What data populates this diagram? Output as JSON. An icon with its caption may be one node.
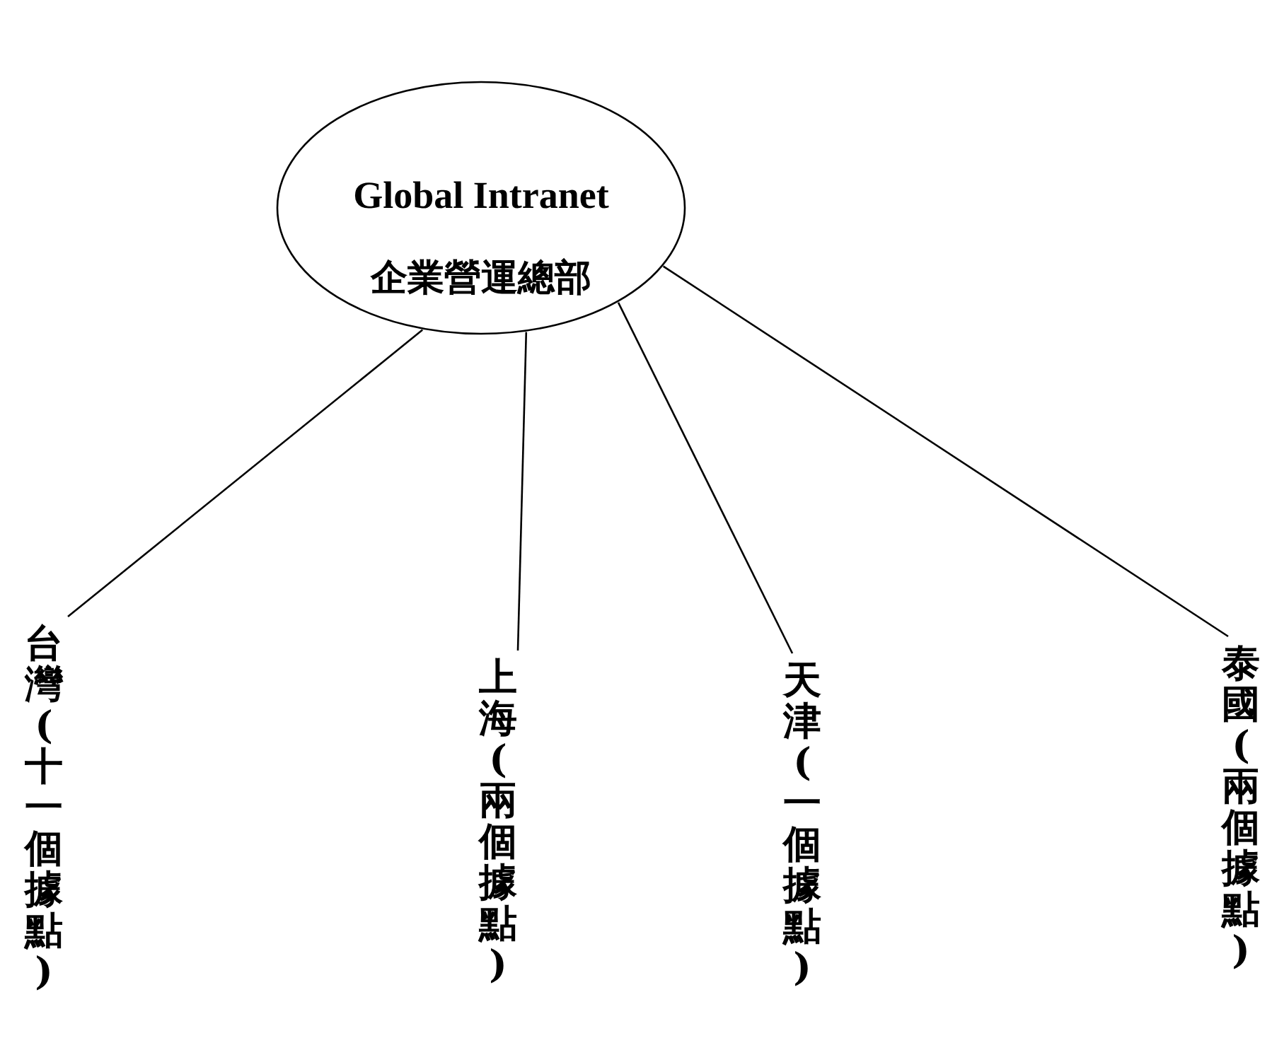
{
  "diagram": {
    "nodes": [
      {
        "text": [
          "Global Intranet",
          "企業營運總部"
        ]
      },
      {
        "text": [
          "台灣(十一個據點)"
        ]
      },
      {
        "text": [
          "上海(兩個據點)"
        ]
      },
      {
        "text": [
          "天津(一個據點)"
        ]
      },
      {
        "text": [
          "泰國(兩個據點)"
        ]
      }
    ],
    "edges": [
      {
        "from": 0,
        "to": 1,
        "arrow": "none"
      },
      {
        "from": 0,
        "to": 2,
        "arrow": "none"
      },
      {
        "from": 0,
        "to": 3,
        "arrow": "none"
      },
      {
        "from": 0,
        "to": 4,
        "arrow": "none"
      }
    ]
  }
}
